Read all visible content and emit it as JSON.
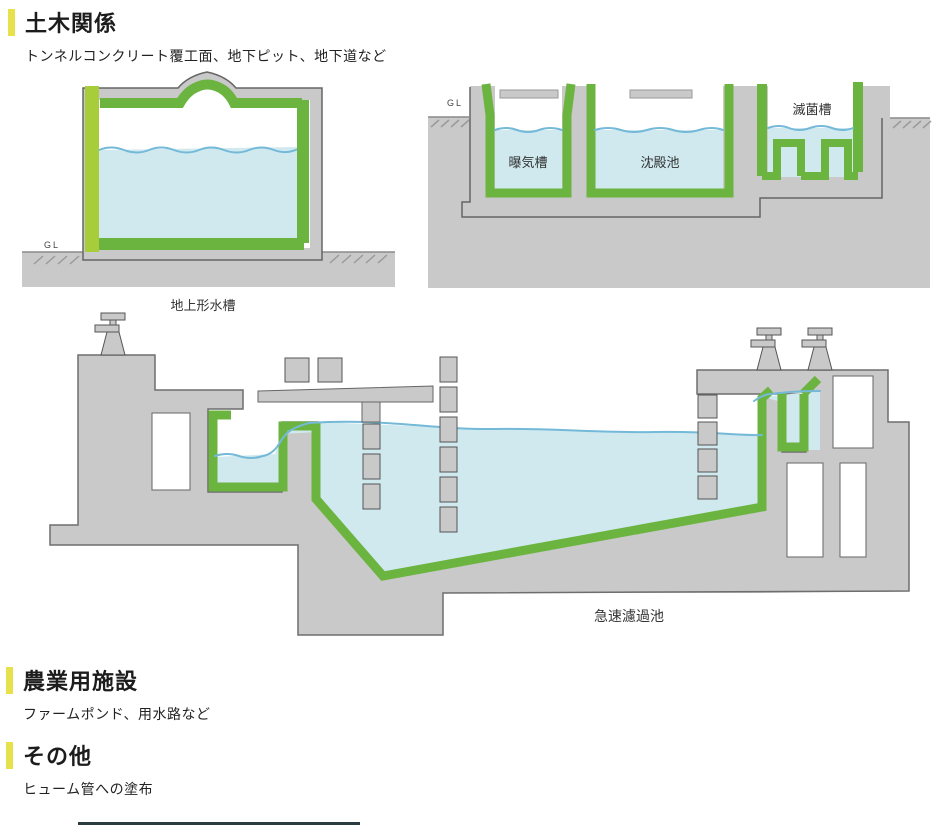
{
  "sections": {
    "civil": {
      "title": "土木関係",
      "subtitle": "トンネルコンクリート覆工面、地下ピット、地下道など"
    },
    "agriculture": {
      "title": "農業用施設",
      "subtitle": "ファームポンド、用水路など"
    },
    "other": {
      "title": "その他",
      "subtitle": "ヒューム管への塗布"
    }
  },
  "diagrams": {
    "ground_tank": {
      "label": "地上形水槽",
      "gl": "GL"
    },
    "treatment": {
      "gl": "GL",
      "aeration": "曝気槽",
      "sedimentation": "沈殿池",
      "sterilization": "滅菌槽"
    },
    "filtration": {
      "label": "急速濾過池"
    }
  },
  "colors": {
    "accent_yellow": "#e7e24c",
    "lining_green": "#6cb440",
    "lining_green_light": "#a8cd3a",
    "water_fill": "#cfe9ef",
    "water_line": "#74b9d8",
    "concrete_gray": "#c9c9c9",
    "outline_gray": "#6e6e6e"
  }
}
